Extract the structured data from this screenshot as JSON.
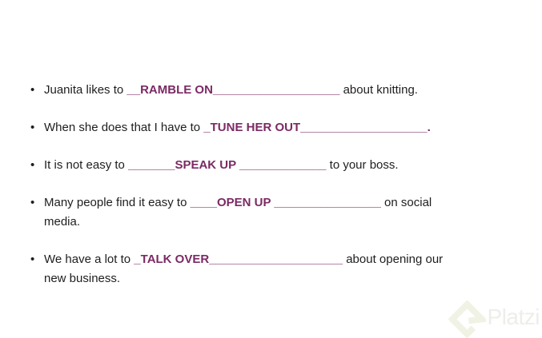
{
  "colors": {
    "text": "#1e1e1e",
    "answer": "#7b2a64",
    "watermark_icon": "#f0f2e4",
    "watermark_text": "#ededea"
  },
  "ui": {
    "bullet_char": "•"
  },
  "bullets": [
    {
      "segments": [
        {
          "style": "plain",
          "text": "Juanita likes to "
        },
        {
          "style": "answer",
          "text": "__RAMBLE ON___________________"
        },
        {
          "style": "plain",
          "text": " about knitting."
        }
      ]
    },
    {
      "segments": [
        {
          "style": "plain",
          "text": "When she does that I have to "
        },
        {
          "style": "answer",
          "text": "_TUNE HER OUT___________________."
        }
      ]
    },
    {
      "segments": [
        {
          "style": "plain",
          "text": "It is not easy to "
        },
        {
          "style": "answer",
          "text": "_______SPEAK UP _____________"
        },
        {
          "style": "plain",
          "text": " to your boss."
        }
      ]
    },
    {
      "segments": [
        {
          "style": "plain",
          "text": "Many people find it easy to "
        },
        {
          "style": "answer",
          "text": "____OPEN UP ________________"
        },
        {
          "style": "plain",
          "text": " on social media."
        }
      ]
    },
    {
      "segments": [
        {
          "style": "plain",
          "text": "We have a lot to "
        },
        {
          "style": "answer",
          "text": "_TALK OVER____________________"
        },
        {
          "style": "plain",
          "text": " about opening our new business."
        }
      ]
    }
  ],
  "watermark": {
    "label": "Platzi"
  }
}
